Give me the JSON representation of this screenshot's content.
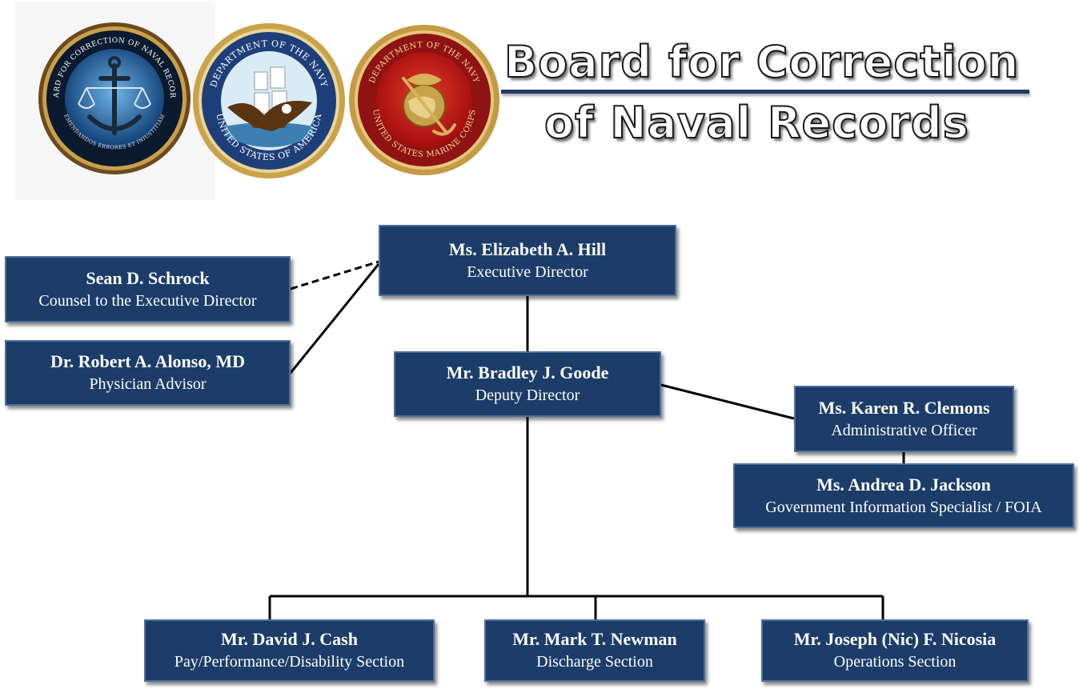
{
  "header": {
    "title_line1": "Board for Correction",
    "title_line2": "of Naval Records",
    "seals": [
      {
        "name": "bcnr-seal",
        "ring_top": "BOARD FOR CORRECTION OF NAVAL RECORDS",
        "ring_bottom": "EMENDANDOS ERRORES ET INIUSTITIAM"
      },
      {
        "name": "navy-seal",
        "ring_top": "DEPARTMENT OF THE NAVY",
        "ring_bottom": "UNITED STATES OF AMERICA"
      },
      {
        "name": "usmc-seal",
        "ring_top": "DEPARTMENT OF THE NAVY",
        "ring_bottom": "UNITED STATES MARINE CORPS"
      }
    ]
  },
  "org_chart": {
    "executive_director": {
      "name": "Ms. Elizabeth A. Hill",
      "title": "Executive Director"
    },
    "counsel": {
      "name": "Sean D. Schrock",
      "title": "Counsel to the Executive Director"
    },
    "physician": {
      "name": "Dr. Robert A. Alonso, MD",
      "title": "Physician Advisor"
    },
    "deputy_director": {
      "name": "Mr. Bradley J. Goode",
      "title": "Deputy Director"
    },
    "admin_officer": {
      "name": "Ms. Karen R. Clemons",
      "title": "Administrative Officer"
    },
    "foia": {
      "name": "Ms. Andrea D. Jackson",
      "title": "Government Information Specialist / FOIA"
    },
    "sections": [
      {
        "name": "Mr. David J. Cash",
        "title": "Pay/Performance/Disability Section"
      },
      {
        "name": "Mr. Mark T. Newman",
        "title": "Discharge Section"
      },
      {
        "name": "Mr. Joseph (Nic) F. Nicosia",
        "title": "Operations Section"
      }
    ]
  },
  "colors": {
    "box_fill": "#1c3d6a",
    "box_border": "#4e6f9a",
    "banner_rule": "#1f3b66"
  }
}
